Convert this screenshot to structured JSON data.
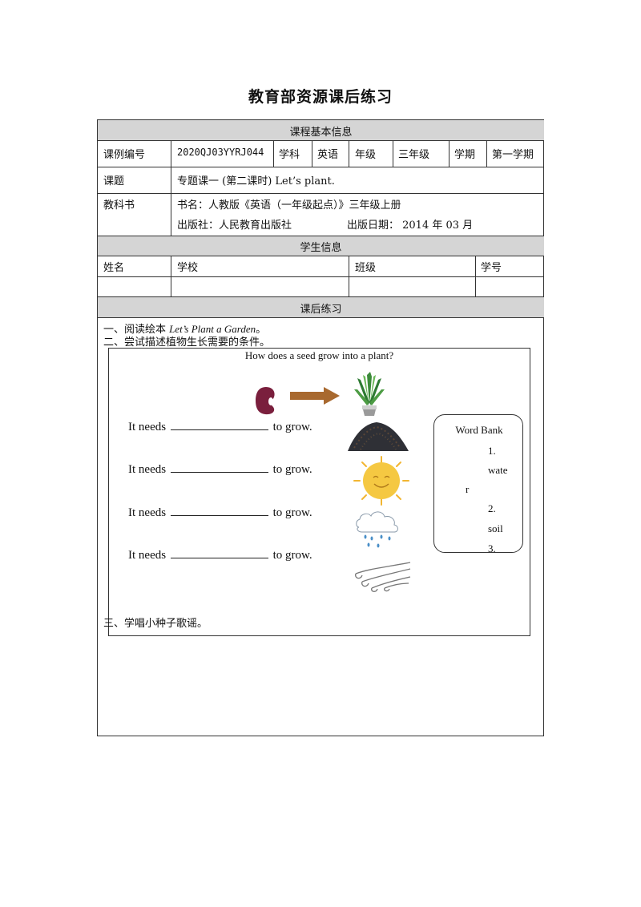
{
  "title": "教育部资源课后练习",
  "section_course": "课程基本信息",
  "course": {
    "code_label": "课例编号",
    "code_value": "2020QJ03YYRJ044",
    "subject_label": "学科",
    "subject_value": "英语",
    "grade_label": "年级",
    "grade_value": "三年级",
    "term_label": "学期",
    "term_value": "第一学期",
    "topic_label": "课题",
    "topic_value": "专题课一 (第二课时)   Let’s  plant.",
    "textbook_label": "教科书",
    "textbook_line1": "书名：人教版《英语（一年级起点）》三年级上册",
    "publisher": "出版社：人民教育出版社",
    "publish_date": "出版日期：   2014 年 03 月"
  },
  "section_student": "学生信息",
  "student": {
    "name_label": "姓名",
    "school_label": "学校",
    "class_label": "班级",
    "id_label": "学号"
  },
  "section_exercise": "课后练习",
  "exercise": {
    "item1_prefix": "一、阅读绘本 ",
    "item1_book": "Let’s Plant a Garden",
    "item1_suffix": "。",
    "item2": "二、尝试描述植物生长需要的条件。",
    "question": "How does a seed grow into a plant?",
    "needs_prefix": "It needs",
    "needs_suffix": "to grow.",
    "word_bank_title": "Word Bank",
    "word_bank_lines": [
      "1.",
      "wate",
      "r",
      "2.",
      "soil",
      "3."
    ],
    "item3": "三、学唱小种子歌谣。"
  },
  "icons": [
    "bean-seed-icon",
    "arrow-right-icon",
    "potted-plant-icon",
    "soil-mound-icon",
    "sun-icon",
    "rain-cloud-icon",
    "wind-icon"
  ],
  "colors": {
    "header_band": "#d5d5d5",
    "bean": "#7a1f3d",
    "arrow": "#a8692f",
    "sun": "#f5c842",
    "plant": "#3c8a3a"
  }
}
